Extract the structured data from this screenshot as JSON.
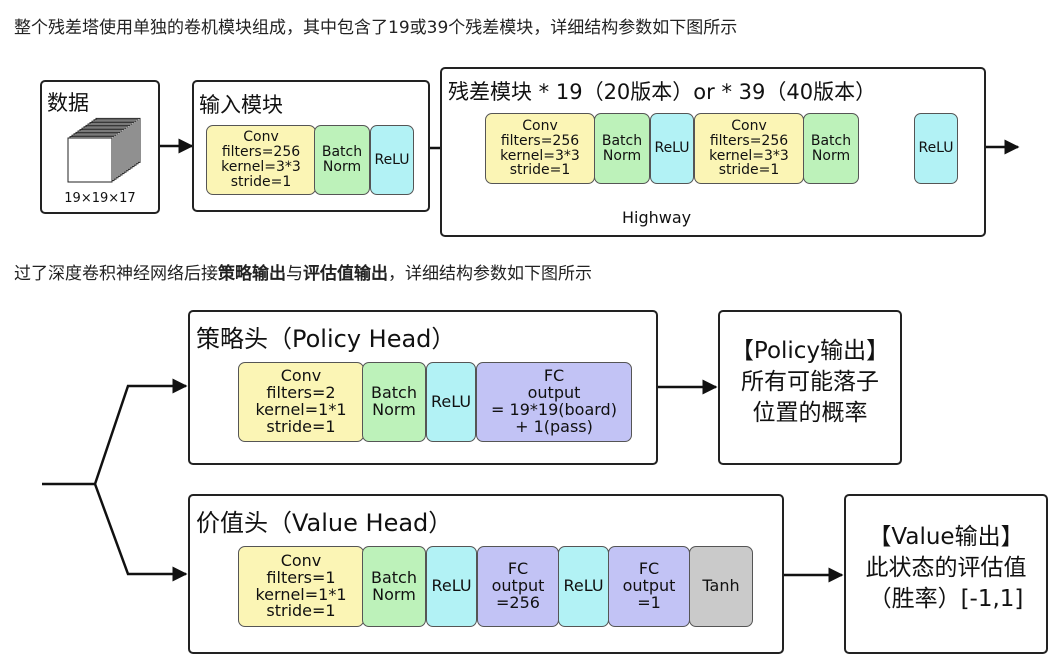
{
  "intro_text": "整个残差塔使用单独的卷机模块组成，其中包含了19或39个残差模块，详细结构参数如下图所示",
  "middle_text": {
    "part1": "过了深度卷积神经网络后接",
    "bold1": "策略输出",
    "part2": "与",
    "bold2": "评估值输出",
    "part3": "，详细结构参数如下图所示"
  },
  "data_box": {
    "title": "数据",
    "dims": "19×19×17"
  },
  "input_module": {
    "title": "输入模块",
    "conv": [
      "Conv",
      "filters=256",
      "kernel=3*3",
      "stride=1"
    ],
    "bn": [
      "Batch",
      "Norm"
    ],
    "relu": "ReLU"
  },
  "residual_module": {
    "title": "残差模块 * 19（20版本）or * 39（40版本）",
    "conv1": [
      "Conv",
      "filters=256",
      "kernel=3*3",
      "stride=1"
    ],
    "bn1": [
      "Batch",
      "Norm"
    ],
    "relu1": "ReLU",
    "conv2": [
      "Conv",
      "filters=256",
      "kernel=3*3",
      "stride=1"
    ],
    "bn2": [
      "Batch",
      "Norm"
    ],
    "relu_out": "ReLU",
    "highway_label": "Highway"
  },
  "policy_head": {
    "title": "策略头（Policy Head）",
    "conv": [
      "Conv",
      "filters=2",
      "kernel=1*1",
      "stride=1"
    ],
    "bn": [
      "Batch",
      "Norm"
    ],
    "relu": "ReLU",
    "fc": [
      "FC",
      "output",
      "= 19*19(board)",
      "+ 1(pass)"
    ],
    "output": [
      "【Policy输出】",
      "所有可能落子",
      "位置的概率"
    ]
  },
  "value_head": {
    "title": "价值头（Value Head）",
    "conv": [
      "Conv",
      "filters=1",
      "kernel=1*1",
      "stride=1"
    ],
    "bn": [
      "Batch",
      "Norm"
    ],
    "relu1": "ReLU",
    "fc1": [
      "FC",
      "output",
      "=256"
    ],
    "relu2": "ReLU",
    "fc2": [
      "FC",
      "output",
      "=1"
    ],
    "tanh": "Tanh",
    "output": [
      "【Value输出】",
      "此状态的评估值",
      "（胜率）[-1,1]"
    ]
  },
  "colors": {
    "conv": "#fbf5b5",
    "batch_norm": "#bdf2ba",
    "relu": "#b2f2f5",
    "fc": "#c2c3f5",
    "tanh": "#cacaca"
  }
}
